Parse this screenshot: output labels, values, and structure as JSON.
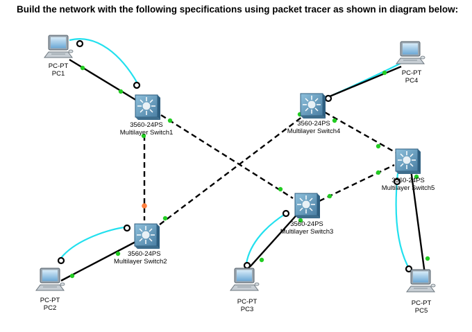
{
  "instruction": "Build the network with the following specifications using packet tracer as shown in diagram below:",
  "devices": {
    "pc1": {
      "type": "PC-PT",
      "name": "PC1"
    },
    "pc2": {
      "type": "PC-PT",
      "name": "PC2"
    },
    "pc3": {
      "type": "PC-PT",
      "name": "PC3"
    },
    "pc4": {
      "type": "PC-PT",
      "name": "PC4"
    },
    "pc5": {
      "type": "PC-PT",
      "name": "PC5"
    },
    "switch1": {
      "model": "3560-24PS",
      "name": "Multilayer Switch1"
    },
    "switch2": {
      "model": "3560-24PS",
      "name": "Multilayer Switch2"
    },
    "switch3": {
      "model": "3560-24PS",
      "name": "Multilayer Switch3"
    },
    "switch4": {
      "model": "3560-24PS",
      "name": "Multilayer Switch4"
    },
    "switch5": {
      "model": "3560-24PS",
      "name": "Multilayer Switch5"
    }
  },
  "colors": {
    "console_cable": "#22e0ee",
    "straight_cable": "#000000",
    "link_up": "#22cc22",
    "link_down": "#ff8040",
    "switch_body": "#5e93b4"
  }
}
